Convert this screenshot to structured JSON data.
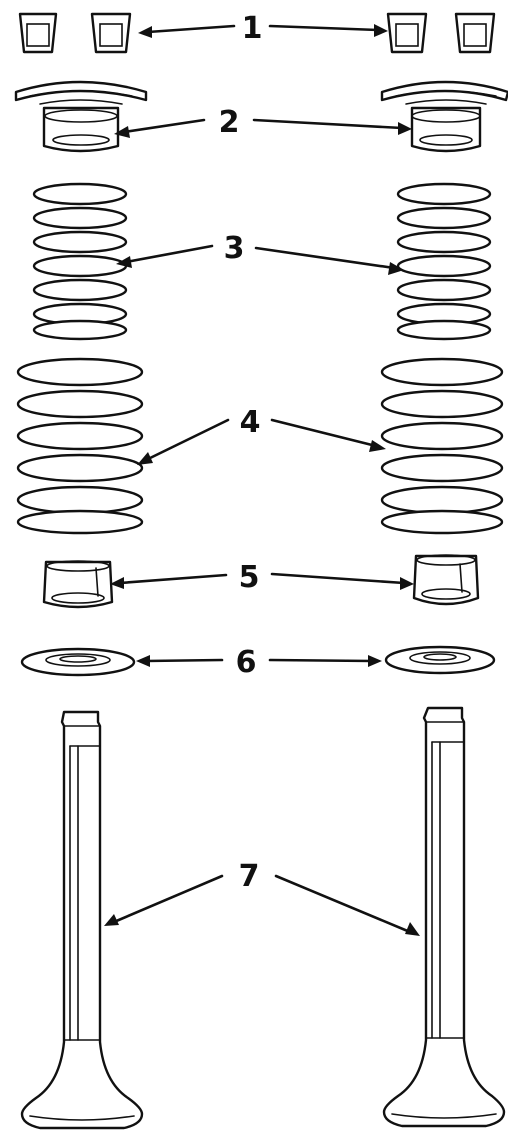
{
  "callouts": {
    "c1": "1",
    "c2": "2",
    "c3": "3",
    "c4": "4",
    "c5": "5",
    "c6": "6",
    "c7": "7"
  },
  "colors": {
    "line": "#111111",
    "background": "#ffffff"
  },
  "parts": [
    {
      "id": 1,
      "icon": "valve-keeper-icon"
    },
    {
      "id": 2,
      "icon": "valve-rotator-icon"
    },
    {
      "id": 3,
      "icon": "inner-valve-spring-icon"
    },
    {
      "id": 4,
      "icon": "outer-valve-spring-icon"
    },
    {
      "id": 5,
      "icon": "valve-seal-icon"
    },
    {
      "id": 6,
      "icon": "spring-seat-washer-icon"
    },
    {
      "id": 7,
      "icon": "engine-valve-icon"
    }
  ]
}
